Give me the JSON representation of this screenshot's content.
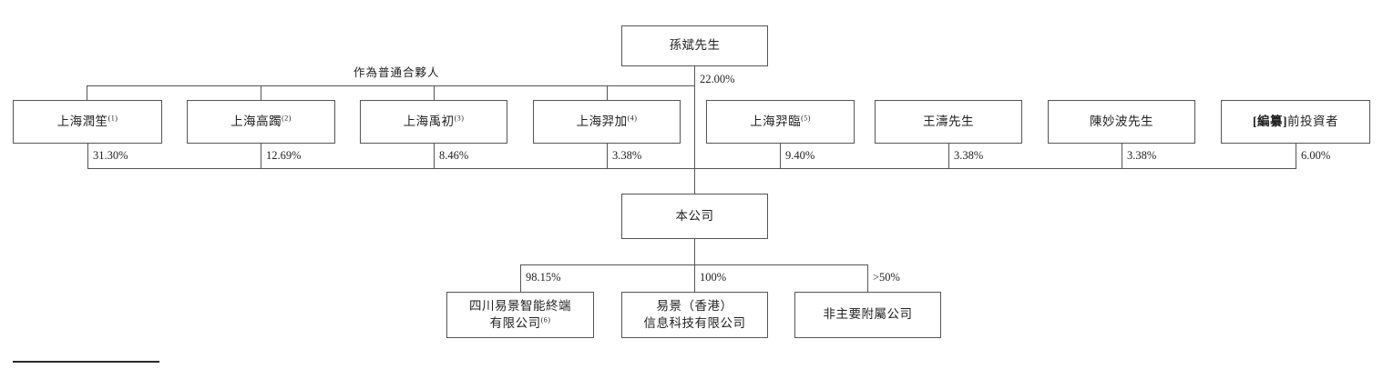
{
  "diagram": {
    "type": "shareholding-structure",
    "gp_label": "作為普通合夥人",
    "controller": {
      "name": "孫斌先生",
      "pct_to_company": "22.00%"
    },
    "shareholders": [
      {
        "name": "上海潤笙",
        "note": "(1)",
        "pct": "31.30%"
      },
      {
        "name": "上海高躅",
        "note": "(2)",
        "pct": "12.69%"
      },
      {
        "name": "上海禹初",
        "note": "(3)",
        "pct": "8.46%"
      },
      {
        "name": "上海羿加",
        "note": "(4)",
        "pct": "3.38%"
      },
      {
        "name": "上海羿臨",
        "note": "(5)",
        "pct": "9.40%"
      },
      {
        "name": "王濤先生",
        "note": "",
        "pct": "3.38%"
      },
      {
        "name": "陳妙波先生",
        "note": "",
        "pct": "3.38%"
      },
      {
        "name_bold": "[編纂]",
        "name": "前投資者",
        "note": "",
        "pct": "6.00%"
      }
    ],
    "company": {
      "name": "本公司"
    },
    "subsidiaries": [
      {
        "line1": "四川易景智能終端",
        "line2": "有限公司",
        "note": "(6)",
        "pct": "98.15%"
      },
      {
        "line1": "易景（香港）",
        "line2": "信息科技有限公司",
        "note": "",
        "pct": "100%"
      },
      {
        "line1": "非主要附屬公司",
        "line2": "",
        "note": "",
        "pct": ">50%"
      }
    ],
    "colors": {
      "line": "#555555",
      "text": "#1f1f1f",
      "background": "#ffffff"
    }
  }
}
